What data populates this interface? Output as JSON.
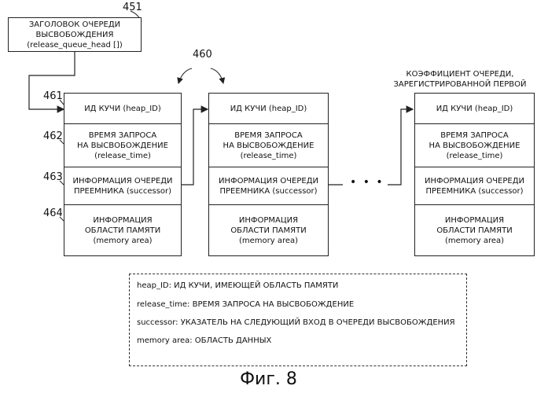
{
  "head": {
    "ref": "451",
    "lines": [
      "ЗАГОЛОВОК ОЧЕРЕДИ",
      "ВЫСВОБОЖДЕНИЯ",
      "(release_queue_head [])"
    ]
  },
  "group_ref": "460",
  "last_label": [
    "КОЭФФИЦИЕНТ ОЧЕРЕДИ,",
    "ЗАРЕГИСТРИРОВАННОЙ ПЕРВОЙ"
  ],
  "row_refs": [
    "461",
    "462",
    "463",
    "464"
  ],
  "entry": {
    "heap": [
      "ИД КУЧИ (heap_ID)"
    ],
    "release_time": [
      "ВРЕМЯ ЗАПРОСА",
      "НА ВЫСВОБОЖДЕНИЕ",
      "(release_time)"
    ],
    "successor": [
      "ИНФОРМАЦИЯ ОЧЕРЕДИ",
      "ПРЕЕМНИКА (successor)"
    ],
    "memory": [
      "ИНФОРМАЦИЯ",
      "ОБЛАСТИ ПАМЯТИ",
      "(memory area)"
    ]
  },
  "ellipsis": "• • •",
  "legend": [
    "heap_ID: ИД КУЧИ, ИМЕЮЩЕЙ ОБЛАСТЬ ПАМЯТИ",
    "release_time: ВРЕМЯ ЗАПРОСА НА ВЫСВОБОЖДЕНИЕ",
    "successor: УКАЗАТЕЛЬ НА СЛЕДУЮЩИЙ ВХОД В ОЧЕРЕДИ ВЫСВОБОЖДЕНИЯ",
    "memory area: ОБЛАСТЬ ДАННЫХ"
  ],
  "caption": "Фиг. 8"
}
